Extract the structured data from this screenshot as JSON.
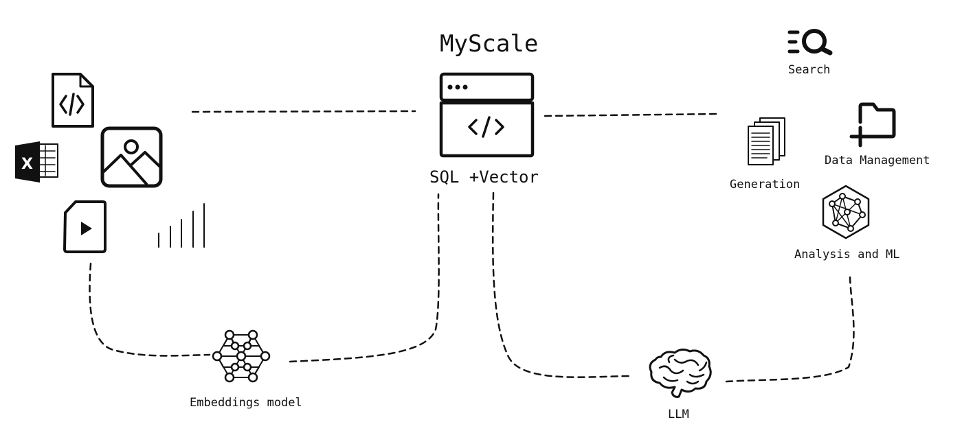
{
  "diagram": {
    "title": "MyScale",
    "engine_label": "SQL +Vector",
    "outputs": {
      "search": "Search",
      "data_management": "Data Management",
      "generation": "Generation",
      "analysis_ml": "Analysis and ML"
    },
    "embeddings_label": "Embeddings model",
    "llm_label": "LLM",
    "data_sources": [
      "code-file-icon",
      "excel-icon",
      "image-icon",
      "video-file-icon",
      "audio-bars-icon"
    ],
    "stroke_color": "#111111",
    "background": "#ffffff"
  }
}
